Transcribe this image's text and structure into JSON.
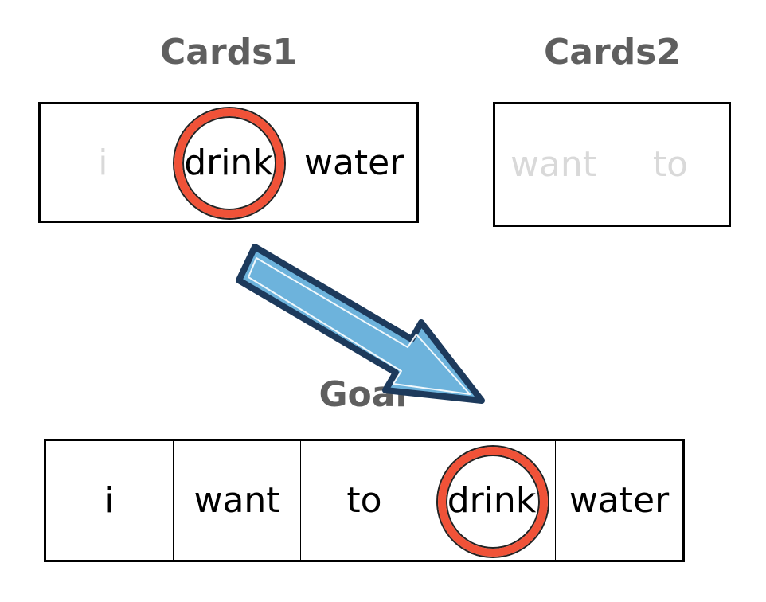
{
  "cards1": {
    "title": "Cards1",
    "cards": [
      {
        "word": "i",
        "used": true,
        "circled": false
      },
      {
        "word": "drink",
        "used": false,
        "circled": true
      },
      {
        "word": "water",
        "used": false,
        "circled": false
      }
    ]
  },
  "cards2": {
    "title": "Cards2",
    "cards": [
      {
        "word": "want",
        "used": true,
        "circled": false
      },
      {
        "word": "to",
        "used": true,
        "circled": false
      }
    ]
  },
  "goal": {
    "title": "Goal",
    "cards": [
      {
        "word": "i",
        "used": false,
        "circled": false
      },
      {
        "word": "want",
        "used": false,
        "circled": false
      },
      {
        "word": "to",
        "used": false,
        "circled": false
      },
      {
        "word": "drink",
        "used": false,
        "circled": true
      },
      {
        "word": "water",
        "used": false,
        "circled": false
      }
    ]
  },
  "colors": {
    "circle": "#f05238",
    "arrow_fill": "#6db3dc",
    "arrow_outline": "#1d3a5c",
    "used_text": "#d9d9d9",
    "title_text": "#5f5f5f"
  }
}
